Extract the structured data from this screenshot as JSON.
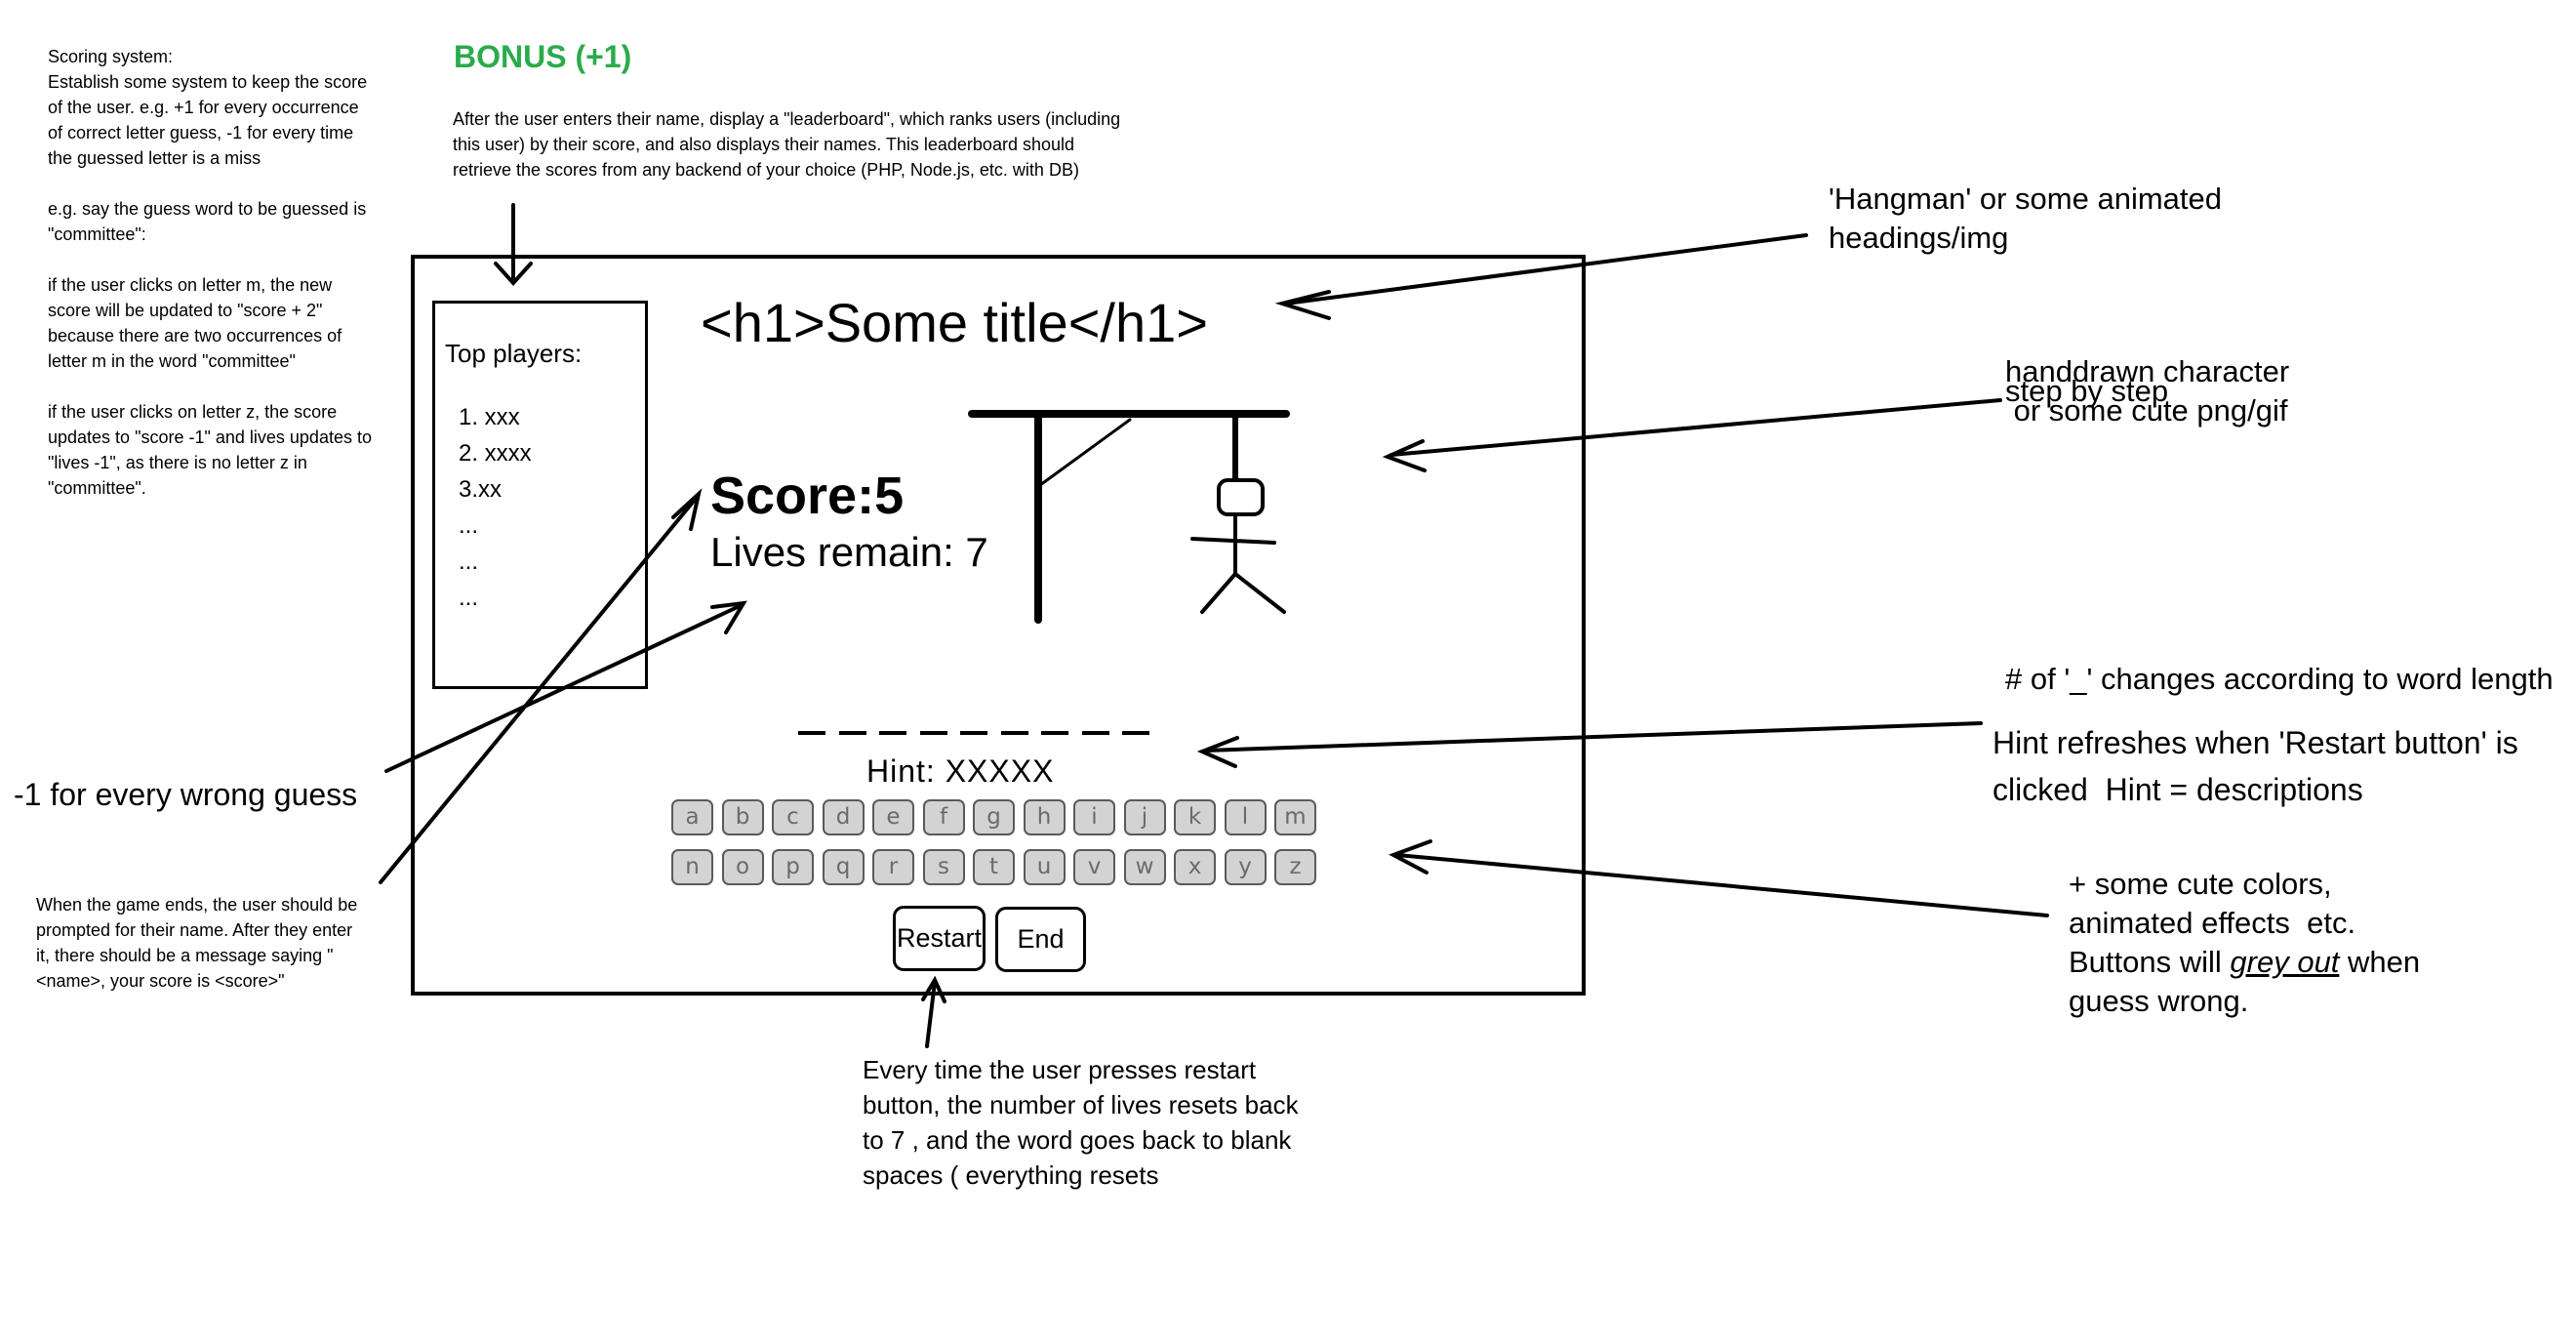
{
  "notes": {
    "scoring": [
      "Scoring system:\nEstablish some system to keep the score of the user. e.g. +1 for every occurrence of correct letter guess, -1 for every time the guessed letter is a miss",
      "e.g. say the guess word to be guessed is \"committee\":",
      "if the user clicks on letter m, the new score will be updated to \"score + 2\" because there are two occurrences of letter m in the word  \"committee\"",
      "if the user clicks on letter z, the score updates to \"score -1\" and lives updates to \"lives -1\", as there is no letter z in  \"committee\"."
    ],
    "bonus_title": "BONUS (+1)",
    "bonus_text": "After the user enters their name, display a \"leaderboard\", which ranks users (including this user) by their score, and also displays their names. This leaderboard should retrieve the scores from any backend of your choice (PHP, Node.js, etc. with DB)",
    "wrong_guess": "-1  for every wrong guess",
    "game_end": "When the game ends, the user should be prompted for their name. After they enter it, there should be a message saying \"<name>, your score is <score>\"",
    "restart_note": "Every time the user presses restart button, the number of lives resets back to 7 , and the word goes back to blank spaces ( everything resets",
    "hangman_heading": "'Hangman' or some animated headings/img",
    "handdrawn_line1": "handdrawn character",
    "handdrawn_line2": "step by step",
    "handdrawn_line3": " or some cute png/gif",
    "blanks_note": "# of '_' changes according to word length",
    "hint_note_line1": "Hint refreshes when 'Restart button' is",
    "hint_note_line2": "clicked  Hint = descriptions",
    "cute_line1": "+ some cute colors,",
    "cute_line2": "animated effects  etc.",
    "cute_line3_pre": "Buttons will ",
    "cute_line3_em": "grey out",
    "cute_line3_post": " when",
    "cute_line4": "guess wrong."
  },
  "mockup": {
    "leaderboard_title": "Top players:",
    "leaderboard_items": [
      "1. xxx",
      "2. xxxx",
      "3.xx",
      "...",
      "...",
      "..."
    ],
    "title": "<h1>Some title</h1>",
    "score": "Score:5",
    "lives": "Lives remain: 7",
    "blank_count": 9,
    "hint": "Hint: XXXXX",
    "keys_row1": [
      "a",
      "b",
      "c",
      "d",
      "e",
      "f",
      "g",
      "h",
      "i",
      "j",
      "k",
      "l",
      "m"
    ],
    "keys_row2": [
      "n",
      "o",
      "p",
      "q",
      "r",
      "s",
      "t",
      "u",
      "v",
      "w",
      "x",
      "y",
      "z"
    ],
    "restart_label": "Restart",
    "end_label": "End"
  }
}
